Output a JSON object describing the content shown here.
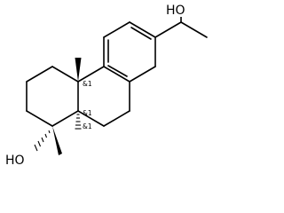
{
  "structure": {
    "atom_labels": {
      "top_hydroxyl": "HO",
      "bottom_hydroxyl": "HO"
    },
    "stereo_labels": {
      "upper_junction": "&1",
      "middle_junction": "&1",
      "lower_junction": "&1"
    }
  }
}
